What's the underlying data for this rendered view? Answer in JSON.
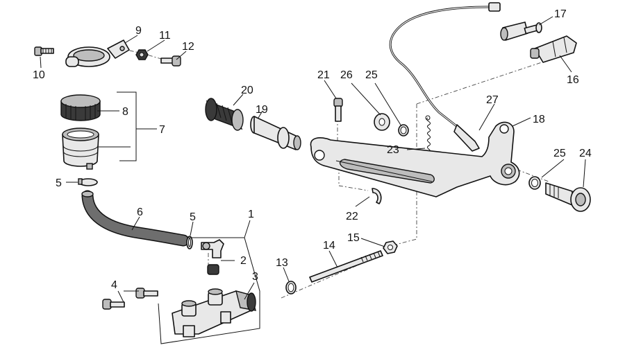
{
  "diagram": {
    "labels": [
      {
        "id": "l1",
        "text": "1"
      },
      {
        "id": "l2",
        "text": "2"
      },
      {
        "id": "l3",
        "text": "3"
      },
      {
        "id": "l4",
        "text": "4"
      },
      {
        "id": "l5a",
        "text": "5"
      },
      {
        "id": "l5b",
        "text": "5"
      },
      {
        "id": "l6",
        "text": "6"
      },
      {
        "id": "l7",
        "text": "7"
      },
      {
        "id": "l8",
        "text": "8"
      },
      {
        "id": "l9",
        "text": "9"
      },
      {
        "id": "l10",
        "text": "10"
      },
      {
        "id": "l11",
        "text": "11"
      },
      {
        "id": "l12",
        "text": "12"
      },
      {
        "id": "l13",
        "text": "13"
      },
      {
        "id": "l14",
        "text": "14"
      },
      {
        "id": "l15",
        "text": "15"
      },
      {
        "id": "l16",
        "text": "16"
      },
      {
        "id": "l17",
        "text": "17"
      },
      {
        "id": "l18",
        "text": "18"
      },
      {
        "id": "l19",
        "text": "19"
      },
      {
        "id": "l20",
        "text": "20"
      },
      {
        "id": "l21",
        "text": "21"
      },
      {
        "id": "l22",
        "text": "22"
      },
      {
        "id": "l23",
        "text": "23"
      },
      {
        "id": "l24",
        "text": "24"
      },
      {
        "id": "l25a",
        "text": "25"
      },
      {
        "id": "l25b",
        "text": "25"
      },
      {
        "id": "l26",
        "text": "26"
      },
      {
        "id": "l27",
        "text": "27"
      }
    ]
  }
}
